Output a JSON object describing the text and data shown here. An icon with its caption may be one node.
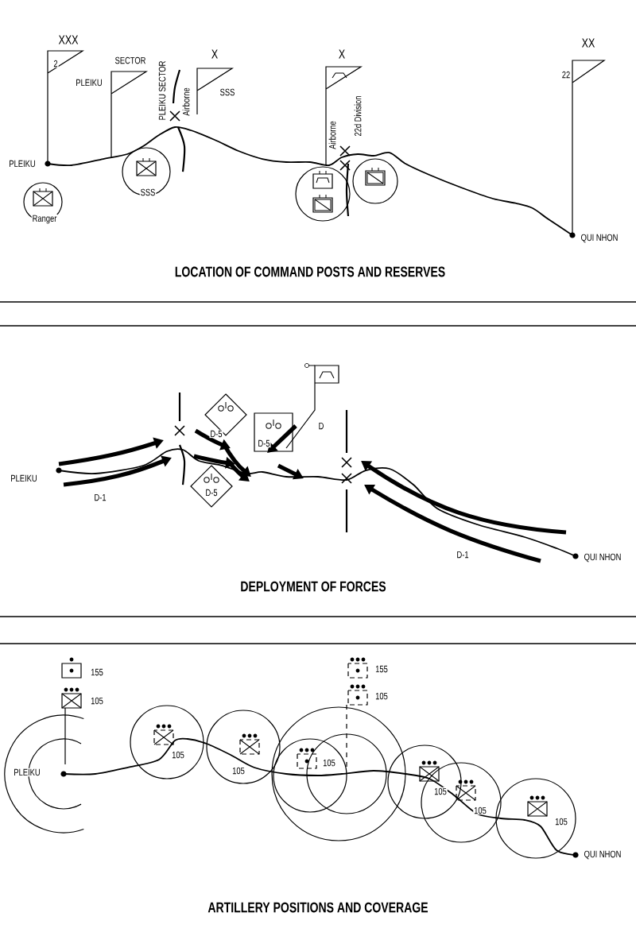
{
  "diagram": {
    "labels": [
      "XXX",
      "2",
      "SECTOR",
      "PLEIKU",
      "PLEIKU SECTOR",
      "Airborne",
      "X",
      "SSS",
      "X",
      "Airborne",
      "22d Division",
      "XX",
      "22",
      "PLEIKU",
      "SSS",
      "Ranger",
      "QUI NHON",
      "LOCATION OF COMMAND POSTS AND RESERVES",
      "D",
      "D-5",
      "D-5",
      "PLEIKU",
      "D-5",
      "D-1",
      "D-1",
      "QUI NHON",
      "DEPLOYMENT OF FORCES",
      "155",
      "105",
      "155",
      "105",
      "105",
      "105",
      "105",
      "PLEIKU",
      "105",
      "105",
      "105",
      "QUI NHON",
      "ARTILLERY POSITIONS AND COVERAGE"
    ]
  }
}
